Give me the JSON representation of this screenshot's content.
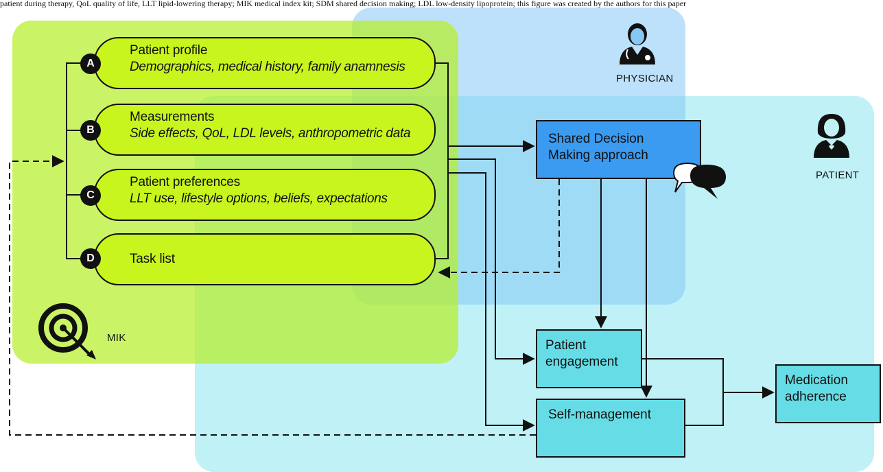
{
  "caption_fragment": "patient during therapy, QoL quality of life, LLT lipid-lowering therapy; MIK medical index kit; SDM shared decision making; LDL low-density lipoprotein; this figure was created by the authors for this paper",
  "regions": {
    "physician_label": "PHYSICIAN",
    "patient_label": "PATIENT",
    "mik_label": "MIK"
  },
  "mik_items": [
    {
      "letter": "A",
      "title": "Patient profile",
      "subtitle": "Demographics, medical history, family anamnesis"
    },
    {
      "letter": "B",
      "title": "Measurements",
      "subtitle": "Side effects, QoL, LDL levels, anthropometric data"
    },
    {
      "letter": "C",
      "title": "Patient preferences",
      "subtitle": "LLT use, lifestyle options, beliefs, expectations"
    },
    {
      "letter": "D",
      "title": "Task list",
      "subtitle": ""
    }
  ],
  "boxes": {
    "sdm": "Shared Decision Making approach",
    "engagement": "Patient engagement",
    "self_management": "Self-management",
    "adherence": "Medication adherence"
  },
  "icons": [
    "physician-icon",
    "patient-icon",
    "target-icon",
    "speech-bubbles-icon"
  ],
  "colors": {
    "mik_panel": "#b5ee2a",
    "physician_panel": "#86c8f5",
    "patient_panel": "#bff1f6",
    "pill_fill": "#c8f51e",
    "sdm_box": "#3a9bf0",
    "outcome_box": "#66dde6"
  }
}
